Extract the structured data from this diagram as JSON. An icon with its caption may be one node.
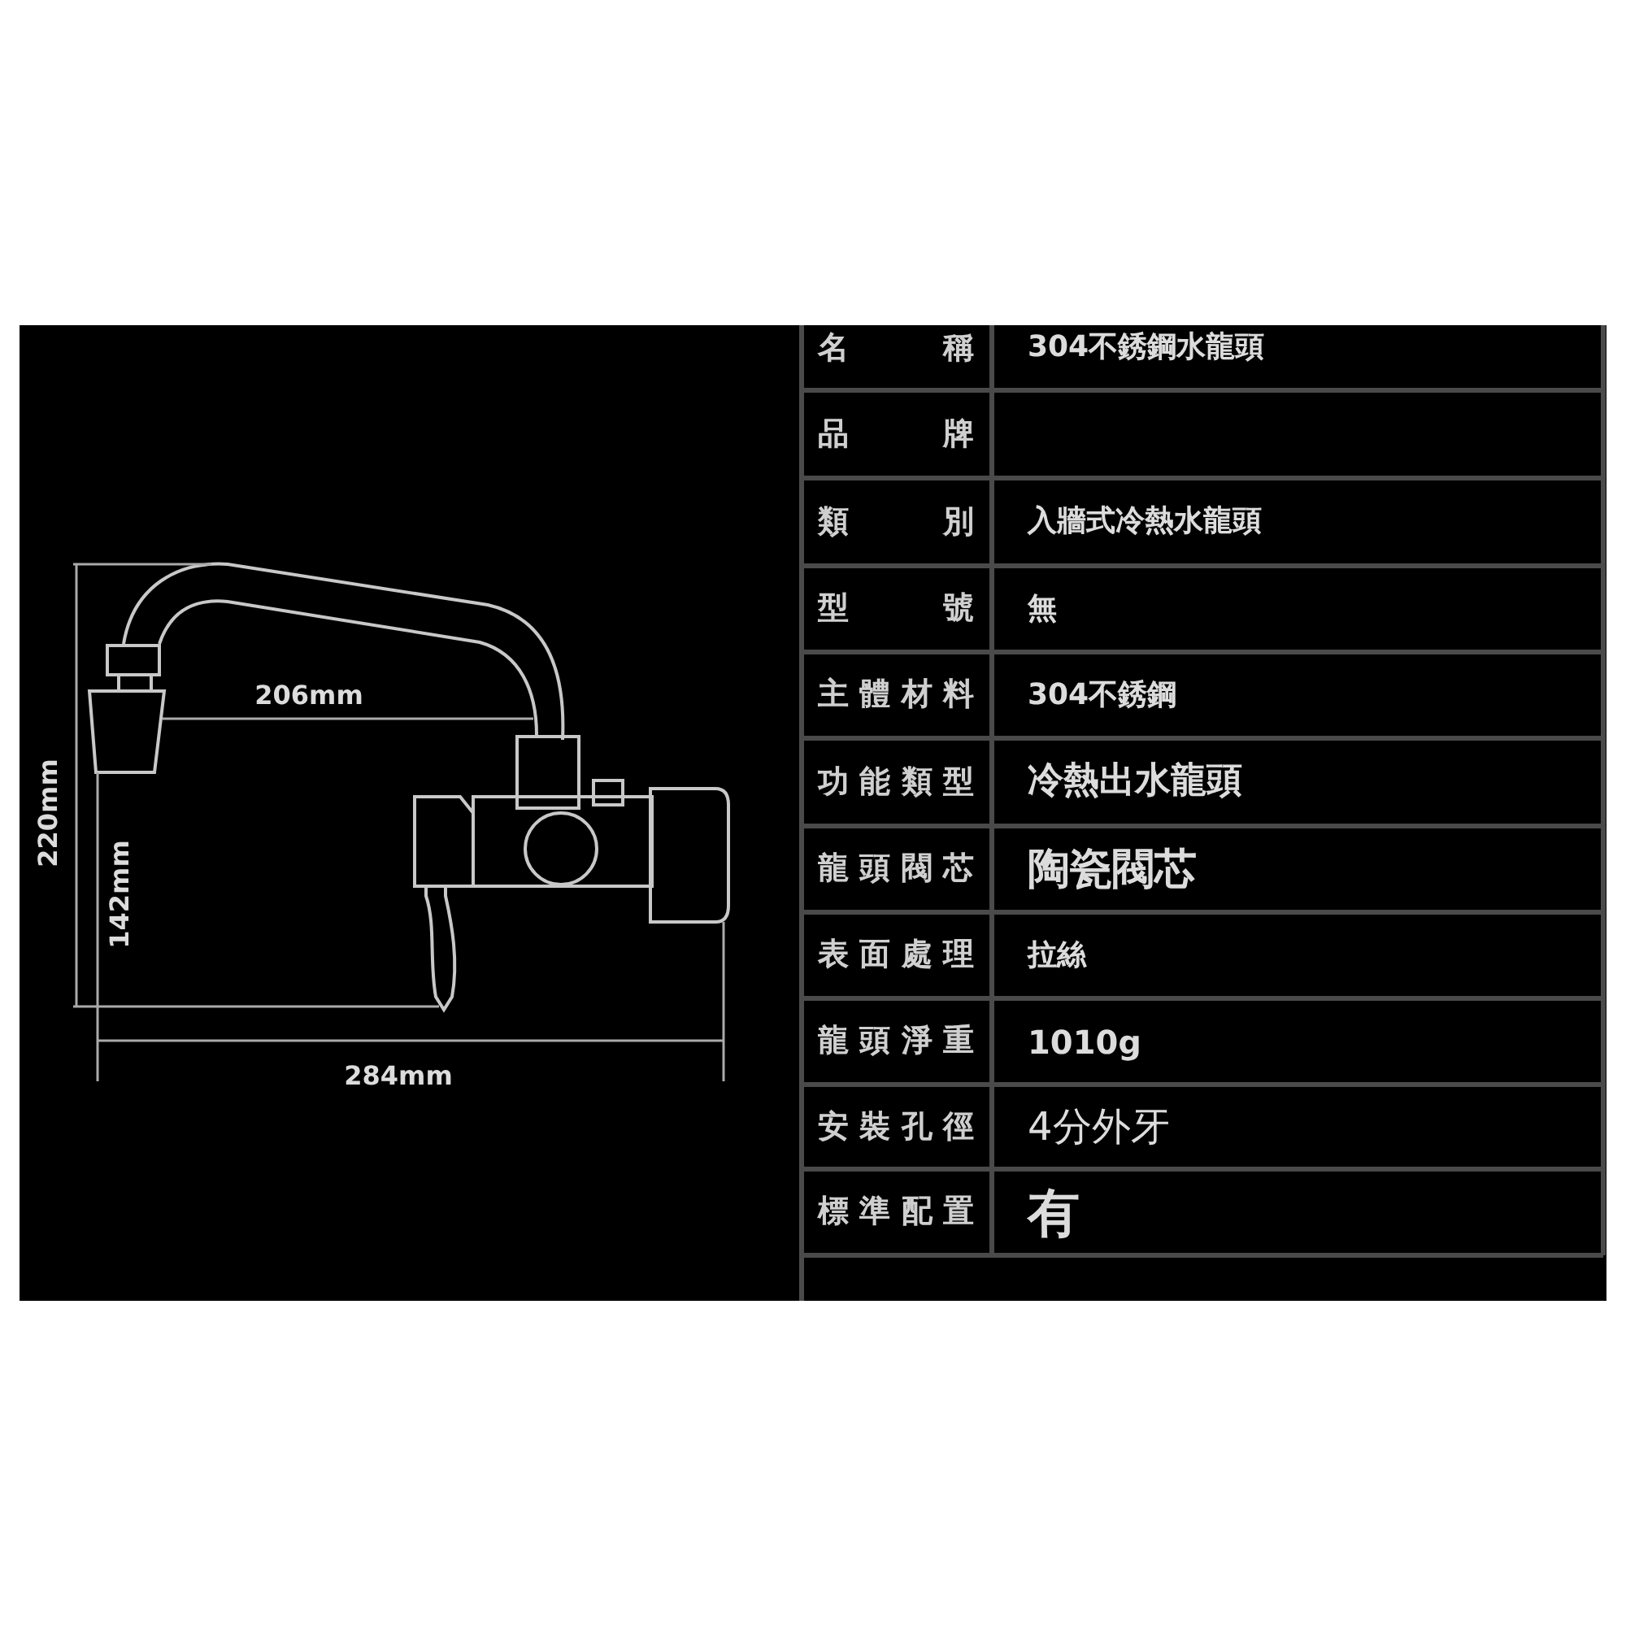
{
  "diagram": {
    "labels": [
      "220mm",
      "206mm",
      "142mm",
      "284mm",
      "名稱",
      "304不銹鋼水龍頭",
      "品牌",
      "類別",
      "入牆式冷熱水龍頭",
      "型號",
      "無",
      "主體材料",
      "304不銹鋼",
      "功能類型",
      "冷熱出水龍頭",
      "龍頭閥芯",
      "陶瓷閥芯",
      "表面處理",
      "拉絲",
      "龍頭淨重",
      "1010g",
      "安裝孔徑",
      "4分外牙",
      "標準配置",
      "有"
    ]
  }
}
